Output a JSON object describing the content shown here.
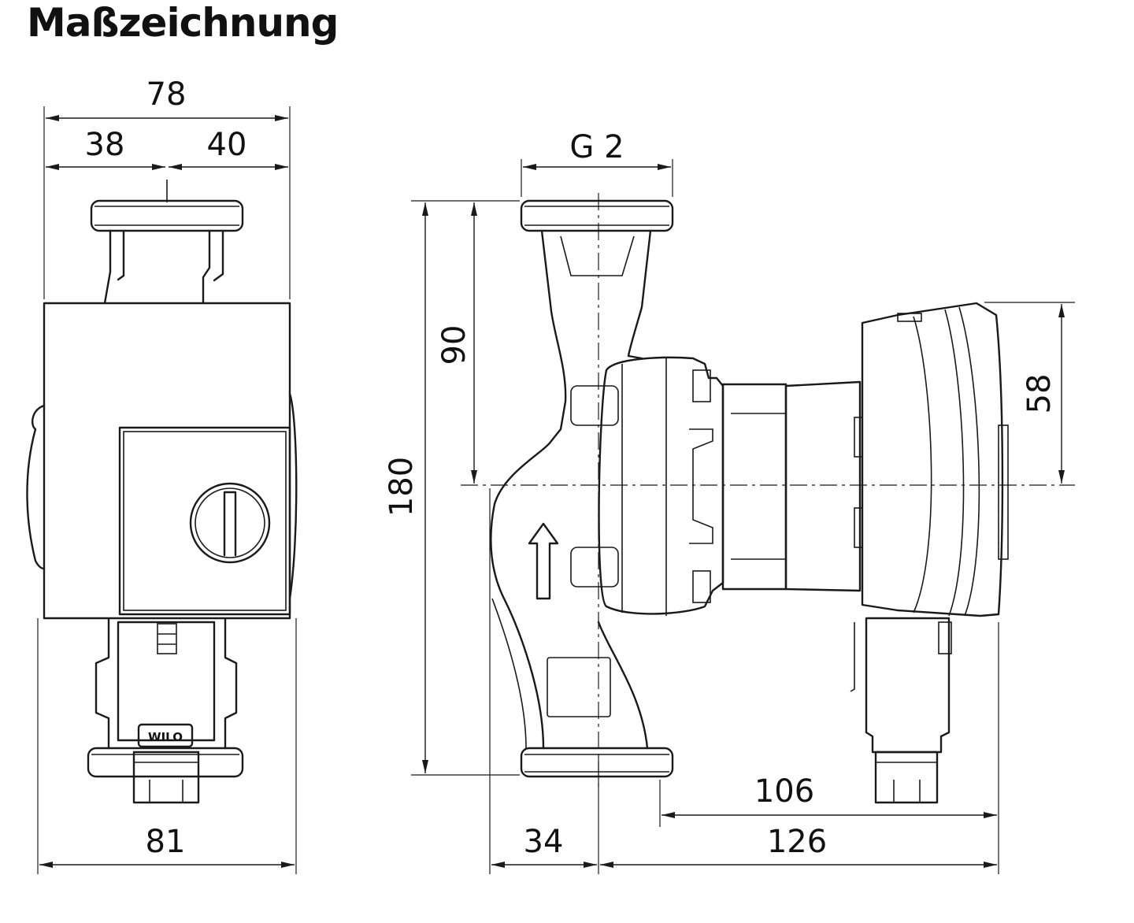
{
  "title": "Maßzeichnung",
  "front_view": {
    "total_width_top": "78",
    "left_half": "38",
    "right_half": "40",
    "total_width_bottom": "81",
    "logo": "WILO"
  },
  "side_view": {
    "connection_thread": "G 2",
    "overall_height": "180",
    "flange_to_axis": "90",
    "motor_upper_height": "58",
    "axis_to_head": "34",
    "axis_to_motor_end": "126",
    "body_to_motor_end": "106"
  },
  "colors": {
    "line": "#1a1a1a",
    "background": "#ffffff"
  },
  "arrow_icon": "flow-direction-arrow-icon"
}
